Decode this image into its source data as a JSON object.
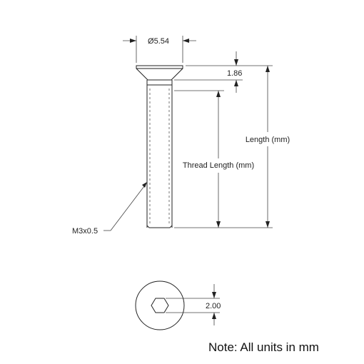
{
  "drawing": {
    "head_diameter_label": "Ø5.54",
    "head_height_label": "1.86",
    "length_label": "Length (mm)",
    "thread_length_label": "Thread Length (mm)",
    "thread_spec_label": "M3x0.5",
    "hex_size_label": "2.00",
    "note": "Note: All units in mm"
  }
}
